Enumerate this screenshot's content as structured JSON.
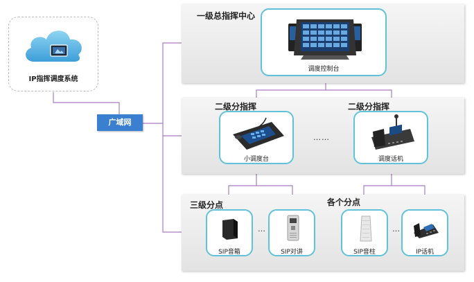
{
  "cloud": {
    "label": "IP指挥调度系统"
  },
  "network": {
    "label": "广域网"
  },
  "tier1": {
    "title": "一级总指挥中心",
    "console_label": "调度控制台"
  },
  "tier2": {
    "left_title": "二级分指挥",
    "right_title": "二级分指挥",
    "left_device_label": "小调度台",
    "right_device_label": "调度话机",
    "ellipsis": "……"
  },
  "tier3": {
    "left_title": "三级分点",
    "right_title": "各个分点",
    "devices": [
      {
        "label": "SIP音箱",
        "icon": "speaker-box-icon"
      },
      {
        "label": "SIP对讲",
        "icon": "intercom-icon"
      },
      {
        "label": "SIP音柱",
        "icon": "column-speaker-icon"
      },
      {
        "label": "IP话机",
        "icon": "ip-phone-icon"
      }
    ],
    "ellipsis": "…"
  },
  "colors": {
    "line": "#a77bc4",
    "card_border": "#5fc2d8",
    "network_bg": "#3a7fd0",
    "cloud": "#5fb6e4"
  }
}
